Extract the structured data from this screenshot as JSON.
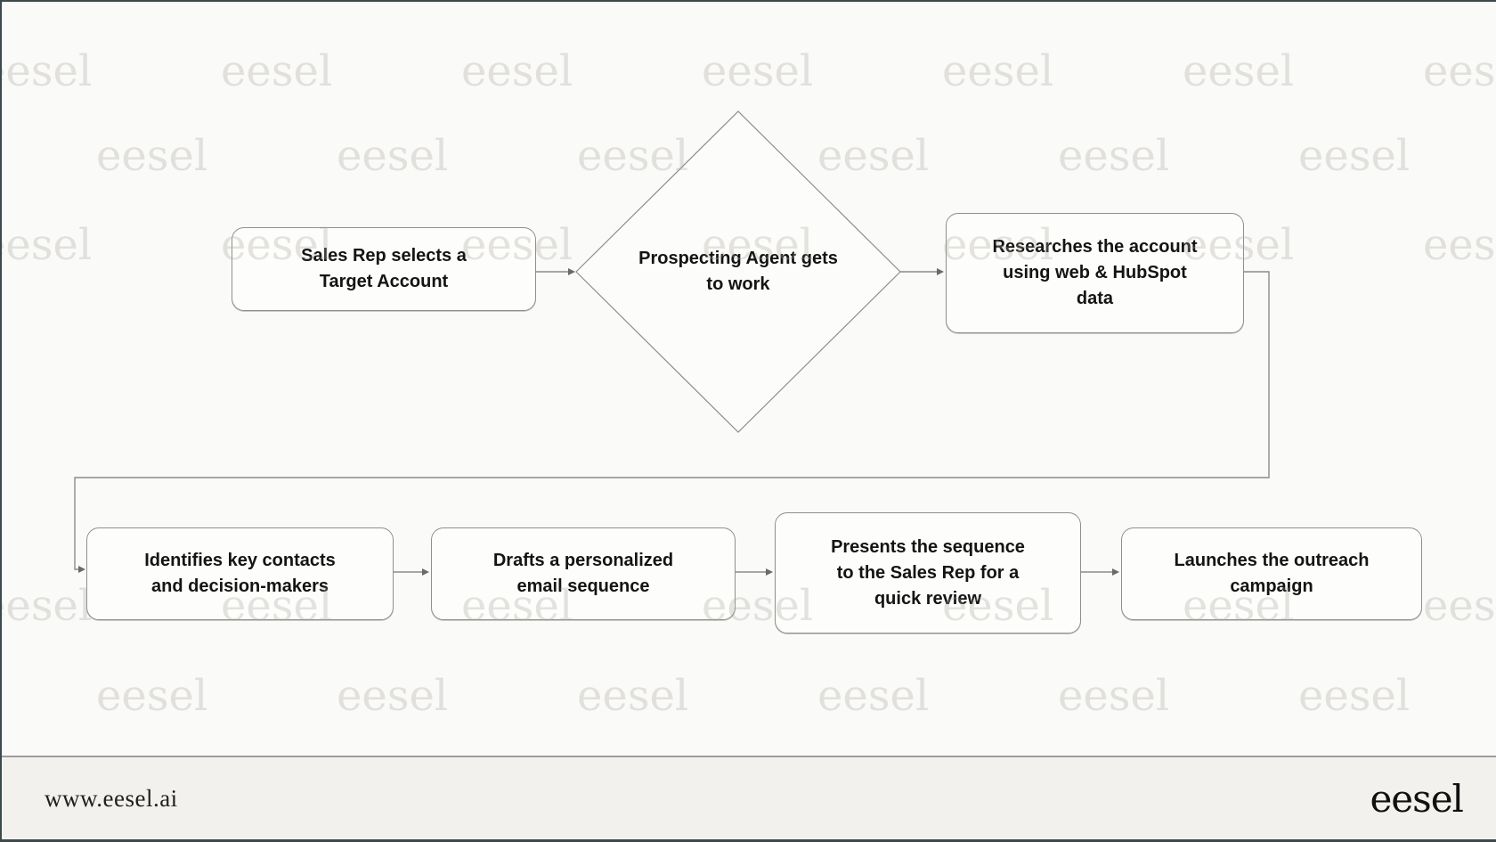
{
  "watermark": {
    "text": "eesel"
  },
  "flowchart": {
    "nodes": {
      "select_account": {
        "shape": "rectangle",
        "lines": [
          "Sales Rep selects a",
          "Target Account"
        ]
      },
      "agent_works": {
        "shape": "diamond",
        "lines": [
          "Prospecting Agent gets",
          "to work"
        ]
      },
      "research": {
        "shape": "rectangle",
        "lines": [
          "Researches the account",
          "using web & HubSpot",
          "data"
        ]
      },
      "identify": {
        "shape": "rectangle",
        "lines": [
          "Identifies key contacts",
          "and decision-makers"
        ]
      },
      "draft": {
        "shape": "rectangle",
        "lines": [
          "Drafts a personalized",
          "email sequence"
        ]
      },
      "present": {
        "shape": "rectangle",
        "lines": [
          "Presents the sequence",
          "to the Sales Rep for a",
          "quick review"
        ]
      },
      "launch": {
        "shape": "rectangle",
        "lines": [
          "Launches the outreach",
          "campaign"
        ]
      }
    }
  },
  "footer": {
    "website": "www.eesel.ai",
    "logo_text": "eesel"
  },
  "colors": {
    "background": "#fafaf8",
    "node_fill": "#fdfdfb",
    "node_border": "#8f8f8f",
    "connector": "#8a8a8a",
    "arrowhead": "#6a6a6a",
    "text": "#141414",
    "watermark": "#e8e6e1",
    "footer_background": "#f2f1ee",
    "frame": "#3d4a4c"
  }
}
